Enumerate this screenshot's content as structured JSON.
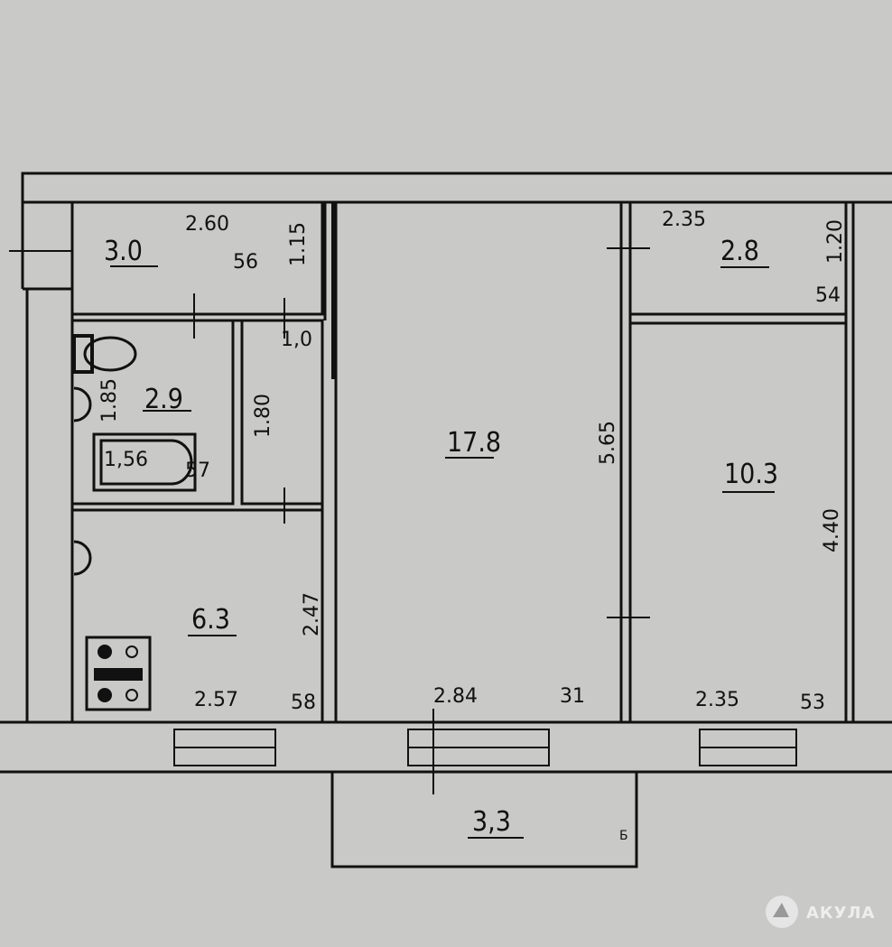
{
  "rooms": {
    "storage": {
      "area": "3.0",
      "width": "2.60",
      "code": "56",
      "depth": "1.15"
    },
    "bathroom": {
      "area": "2.9",
      "depth": "1.85",
      "bath": "1,56",
      "code": "57"
    },
    "corridor": {
      "width": "1,0",
      "depth": "1.80"
    },
    "kitchen": {
      "area": "6.3",
      "width": "2.57",
      "code": "58",
      "depth": "2.47"
    },
    "living": {
      "area": "17.8",
      "width": "2.84",
      "code": "31",
      "depth": "5.65"
    },
    "closet": {
      "area": "2.8",
      "width": "2.35",
      "code": "54",
      "depth": "1.20"
    },
    "bedroom": {
      "area": "10.3",
      "width": "2.35",
      "code": "53",
      "depth": "4.40"
    },
    "balcony": {
      "area": "3,3",
      "mark": "Б"
    }
  },
  "watermark": {
    "brand": "АКУЛА"
  },
  "colors": {
    "background": "#c9c9c7",
    "ink": "#111111"
  }
}
